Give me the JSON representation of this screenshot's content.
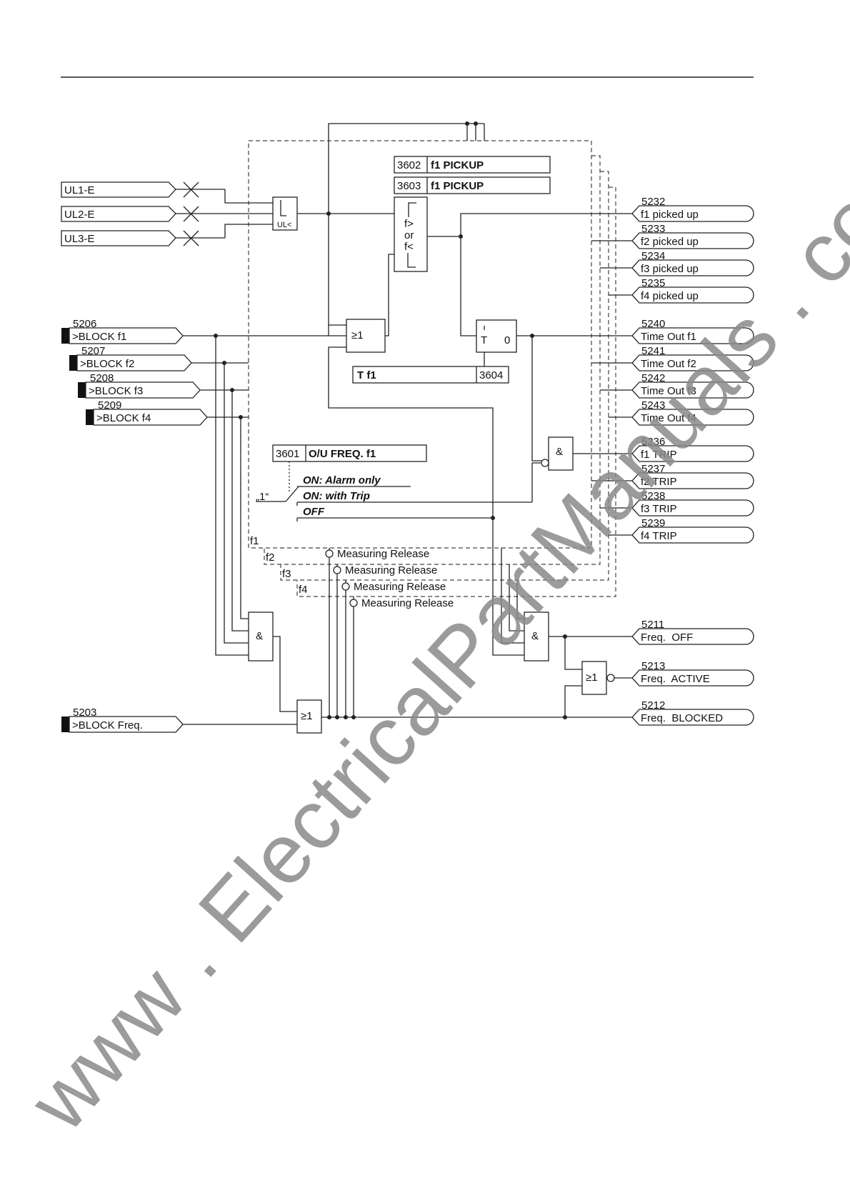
{
  "inputs_voltage": [
    "UL1-E",
    "UL2-E",
    "UL3-E"
  ],
  "inputs_block": [
    {
      "num": "5206",
      "label": ">BLOCK f1"
    },
    {
      "num": "5207",
      "label": ">BLOCK f2"
    },
    {
      "num": "5208",
      "label": ">BLOCK f3"
    },
    {
      "num": "5209",
      "label": ">BLOCK f4"
    }
  ],
  "input_block_freq": {
    "num": "5203",
    "label": ">BLOCK Freq."
  },
  "params": {
    "p3602": {
      "num": "3602",
      "label": "f1 PICKUP"
    },
    "p3603": {
      "num": "3603",
      "label": "f1 PICKUP"
    },
    "p3604": {
      "num": "3604",
      "label": "T f1"
    },
    "p3601": {
      "num": "3601",
      "label": "O/U FREQ. f1"
    }
  },
  "switch": {
    "default": "„1“",
    "opt_alarm": "ON: Alarm only",
    "opt_trip": "ON: with Trip",
    "opt_off": "OFF"
  },
  "blocks": {
    "ul_label": "UL<",
    "f_gt": "f>",
    "f_or": "or",
    "f_lt": "f<",
    "or_sym": "≥1",
    "and_sym": "&",
    "timer_t": "T",
    "timer_0": "0"
  },
  "zones": {
    "f1": "f1",
    "f2": "f2",
    "f3": "f3",
    "f4": "f4",
    "release": "Measuring Release"
  },
  "outputs": [
    {
      "num": "5232",
      "label": "f1 picked up"
    },
    {
      "num": "5233",
      "label": "f2 picked up"
    },
    {
      "num": "5234",
      "label": "f3 picked up"
    },
    {
      "num": "5235",
      "label": "f4 picked up"
    },
    {
      "num": "5240",
      "label": "Time Out f1"
    },
    {
      "num": "5241",
      "label": "Time Out f2"
    },
    {
      "num": "5242",
      "label": "Time Out f3"
    },
    {
      "num": "5243",
      "label": "Time Out f4"
    },
    {
      "num": "5236",
      "label": "f1 TRIP"
    },
    {
      "num": "5237",
      "label": "f2 TRIP"
    },
    {
      "num": "5238",
      "label": "f3 TRIP"
    },
    {
      "num": "5239",
      "label": "f4 TRIP"
    }
  ],
  "outputs_status": [
    {
      "num": "5211",
      "label": "Freq.  OFF"
    },
    {
      "num": "5213",
      "label": "Freq.  ACTIVE"
    },
    {
      "num": "5212",
      "label": "Freq.  BLOCKED"
    }
  ],
  "watermark": "www . ElectricalPartManuals . com"
}
